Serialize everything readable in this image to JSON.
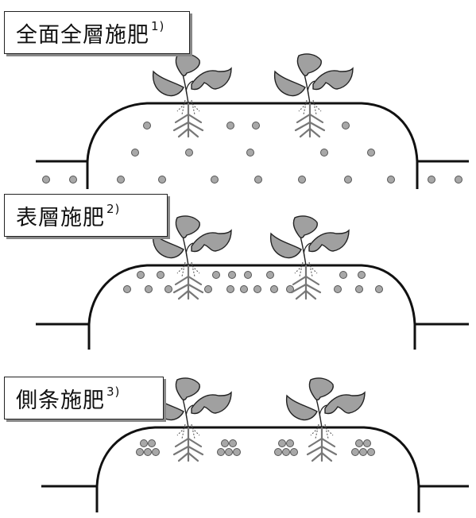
{
  "panels": [
    {
      "id": "full",
      "label": "全面全層施肥",
      "note": "1)"
    },
    {
      "id": "surface",
      "label": "表層施肥",
      "note": "2)"
    },
    {
      "id": "side",
      "label": "側条施肥",
      "note": "3)"
    }
  ],
  "colors": {
    "ridge_line": "#111111",
    "plant_fill": "#a0a0a0",
    "plant_stroke": "#222222",
    "fertilizer_fill": "#a8a8a8",
    "fertilizer_stroke": "#555555",
    "root": "#777777"
  }
}
